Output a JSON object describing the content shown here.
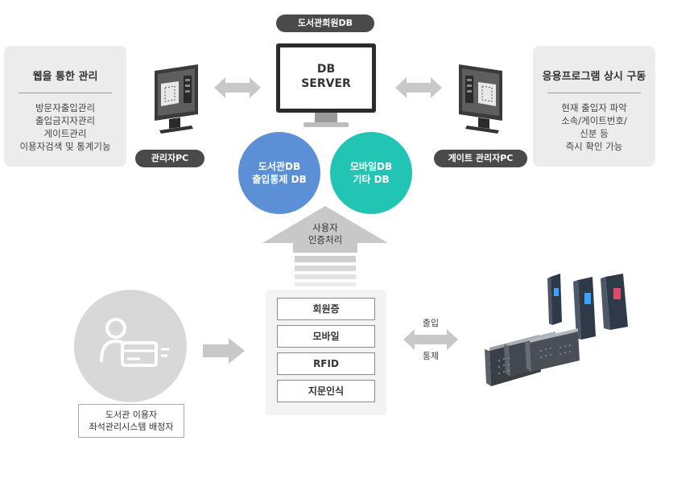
{
  "db_label": "도서관회원DB",
  "server": {
    "line1": "DB",
    "line2": "SERVER"
  },
  "left_panel": {
    "title": "웹을 통한 관리",
    "lines": [
      "방문자출입관리",
      "출입금지자관리",
      "게이트관리",
      "이용자검색 및 통계기능"
    ]
  },
  "right_panel": {
    "title": "응용프로그램 상시 구동",
    "lines": [
      "현재 출입자 파악",
      "소속/게이트번호/",
      "신분 등",
      "즉시 확인 가능"
    ]
  },
  "admin_pc_label": "관리자PC",
  "gate_pc_label": "게이트 관리자PC",
  "db_circles": [
    {
      "line1": "도서관DB",
      "line2": "출입통제 DB",
      "color": "#5b8fd6"
    },
    {
      "line1": "모바일DB",
      "line2": "기타 DB",
      "color": "#22c4b4"
    }
  ],
  "auth_label": {
    "line1": "사용자",
    "line2": "인증처리"
  },
  "auth_methods": [
    "회원증",
    "모바일",
    "RFID",
    "지문인식"
  ],
  "gate_arrow": {
    "top": "출입",
    "bottom": "통제"
  },
  "user_caption": {
    "line1": "도서관 이용자",
    "line2": "좌석관리시스템 배정자"
  },
  "colors": {
    "pill": "#4a4a4a",
    "panel": "#ececec",
    "arrow": "#c8c8c8",
    "user_circle": "#d8d8d8"
  }
}
